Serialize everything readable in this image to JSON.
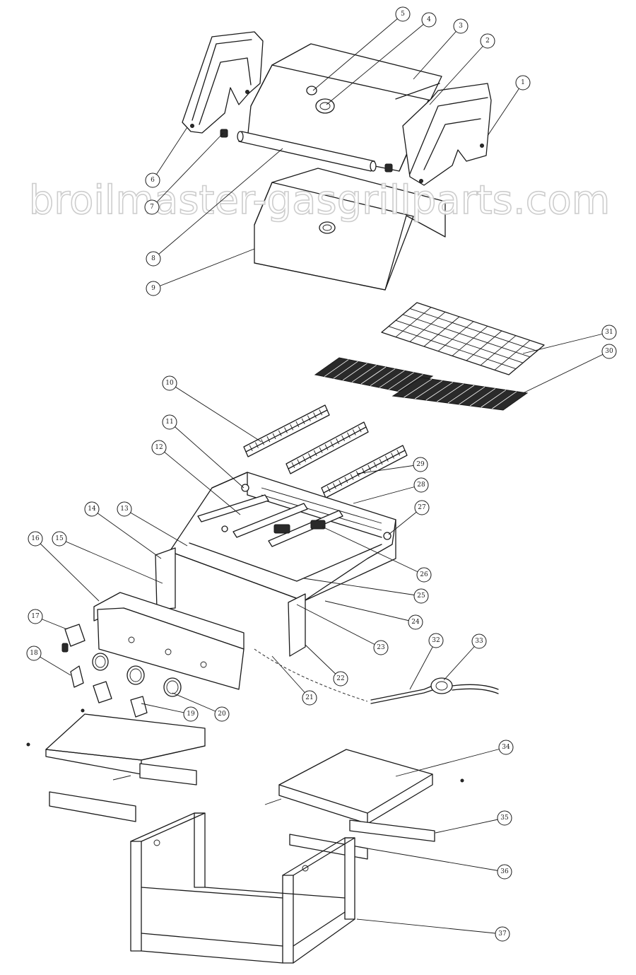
{
  "watermark": "broilmaster-gasgrillparts.com",
  "callouts": [
    "1",
    "2",
    "3",
    "4",
    "5",
    "6",
    "7",
    "8",
    "9",
    "10",
    "11",
    "12",
    "13",
    "14",
    "15",
    "16",
    "17",
    "18",
    "19",
    "20",
    "21",
    "22",
    "23",
    "24",
    "25",
    "26",
    "27",
    "28",
    "29",
    "30",
    "31",
    "32",
    "33",
    "34",
    "35",
    "36",
    "37"
  ],
  "parts": [
    {
      "callout": "1",
      "shape": "right-side-shelf-bracket"
    },
    {
      "callout": "2",
      "shape": "lid-handle-bracket"
    },
    {
      "callout": "3",
      "shape": "hood"
    },
    {
      "callout": "4",
      "shape": "temperature-gauge-bezel"
    },
    {
      "callout": "5",
      "shape": "temperature-gauge"
    },
    {
      "callout": "6",
      "shape": "left-side-shelf-bracket"
    },
    {
      "callout": "7",
      "shape": "handle-end-cap"
    },
    {
      "callout": "8",
      "shape": "lid-handle"
    },
    {
      "callout": "9",
      "shape": "inner-hood-liner"
    },
    {
      "callout": "10",
      "shape": "heat-tent"
    },
    {
      "callout": "11",
      "shape": "firebox"
    },
    {
      "callout": "12",
      "shape": "burner"
    },
    {
      "callout": "13",
      "shape": "crossover-tube"
    },
    {
      "callout": "14",
      "shape": "valve-bracket"
    },
    {
      "callout": "15",
      "shape": "manifold"
    },
    {
      "callout": "16",
      "shape": "control-panel"
    },
    {
      "callout": "17",
      "shape": "igniter-module"
    },
    {
      "callout": "18",
      "shape": "igniter-button"
    },
    {
      "callout": "19",
      "shape": "control-knob"
    },
    {
      "callout": "20",
      "shape": "knob-bezel"
    },
    {
      "callout": "21",
      "shape": "inlet-fitting"
    },
    {
      "callout": "22",
      "shape": "screw"
    },
    {
      "callout": "23",
      "shape": "electrode-wire"
    },
    {
      "callout": "24",
      "shape": "grease-tray-rail"
    },
    {
      "callout": "25",
      "shape": "burner-support"
    },
    {
      "callout": "26",
      "shape": "burner-clip"
    },
    {
      "callout": "27",
      "shape": "hinge-pin"
    },
    {
      "callout": "28",
      "shape": "rear-rail"
    },
    {
      "callout": "29",
      "shape": "heat-shield"
    },
    {
      "callout": "30",
      "shape": "cooking-grate"
    },
    {
      "callout": "31",
      "shape": "warming-rack"
    },
    {
      "callout": "32",
      "shape": "gas-hose"
    },
    {
      "callout": "33",
      "shape": "regulator"
    },
    {
      "callout": "34",
      "shape": "right-side-shelf"
    },
    {
      "callout": "35",
      "shape": "right-shelf-support"
    },
    {
      "callout": "36",
      "shape": "cart-brace"
    },
    {
      "callout": "37",
      "shape": "cart-frame"
    }
  ]
}
